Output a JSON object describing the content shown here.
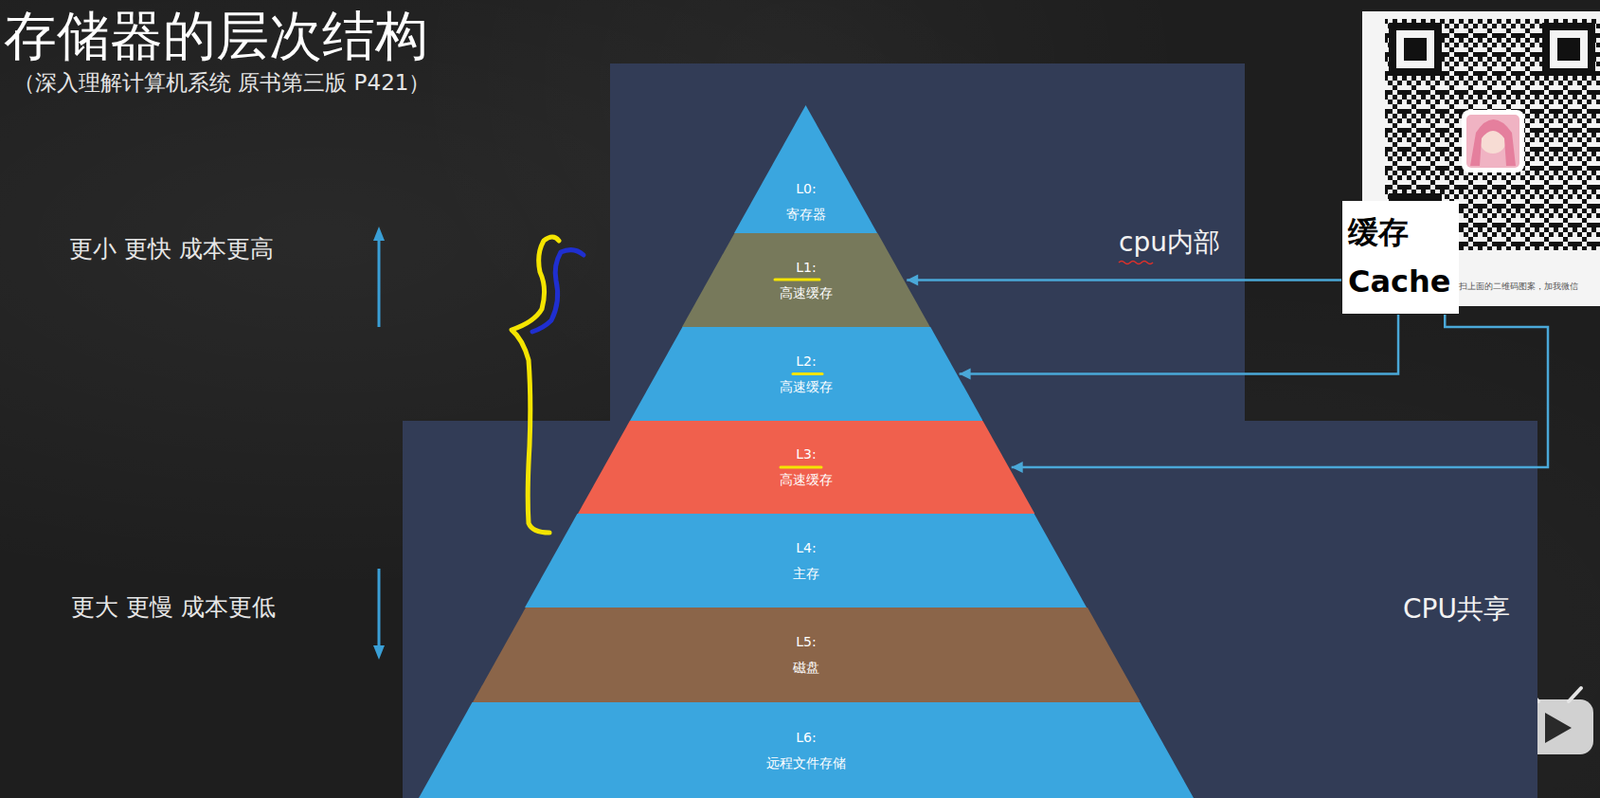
{
  "diagram": {
    "title": "存储器的层次结构",
    "nodes": [
      {
        "text": [
          "cpu内部"
        ]
      },
      {
        "text": [
          "L0:",
          "寄存器"
        ],
        "in": 0
      },
      {
        "text": [
          "L1:",
          "高速缓存"
        ],
        "in": 0
      },
      {
        "text": [
          "L2:",
          "高速缓存"
        ],
        "in": 0
      },
      {
        "text": [
          "CPU共享"
        ]
      },
      {
        "text": [
          "L3:",
          "高速缓存"
        ],
        "in": 4
      },
      {
        "text": [
          "L4:",
          "主存"
        ],
        "in": 4
      },
      {
        "text": [
          "L5:",
          "磁盘"
        ],
        "in": 4
      },
      {
        "text": [
          "L6:",
          "远程文件存储"
        ],
        "in": 4
      },
      {
        "text": [
          "缓存",
          "Cache"
        ]
      }
    ],
    "edges": [
      {
        "from": 9,
        "to": 2,
        "arrow": "to"
      },
      {
        "from": 9,
        "to": 3,
        "arrow": "to"
      },
      {
        "from": 9,
        "to": 5,
        "arrow": "to"
      }
    ],
    "labels": [
      "（深入理解计算机系统 原书第三版 P421）",
      "更小 更快 成本更高",
      "更大 更慢 成本更低",
      "扫上面的二维码图案，加我微信"
    ]
  }
}
